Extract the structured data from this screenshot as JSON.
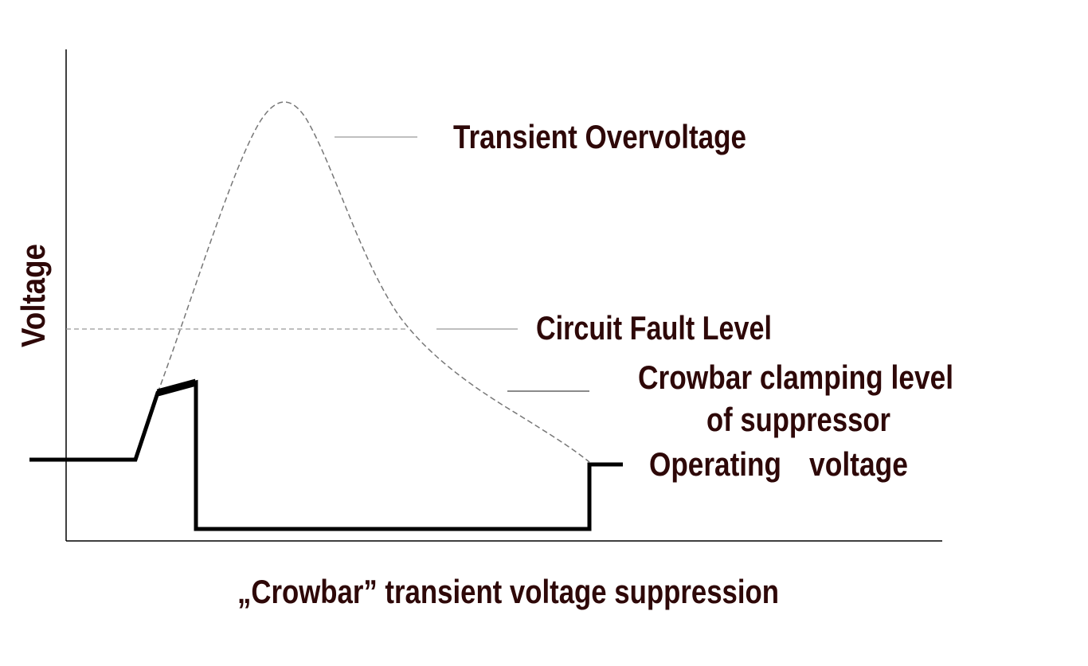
{
  "diagram": {
    "type": "transient-voltage-suppression-diagram",
    "caption": "„Crowbar” transient voltage suppression",
    "y_axis_label": "Voltage",
    "colors": {
      "text": "#2e0808",
      "axes": "#000000",
      "dashed_curve": "#777777",
      "leader_lines": "#999999",
      "suppressed_waveform": "#000000",
      "background": "#ffffff"
    },
    "labels": {
      "transient": "Transient Overvoltage",
      "fault_level": "Circuit Fault Level",
      "clamping_line1": "Crowbar clamping level",
      "clamping_line2": "of suppressor",
      "operating_word1": "Operating",
      "operating_word2": "voltage"
    },
    "curves": {
      "transient_overvoltage": "dashed",
      "circuit_fault_level": "dashed",
      "crowbar_waveform": "solid-thick"
    }
  }
}
